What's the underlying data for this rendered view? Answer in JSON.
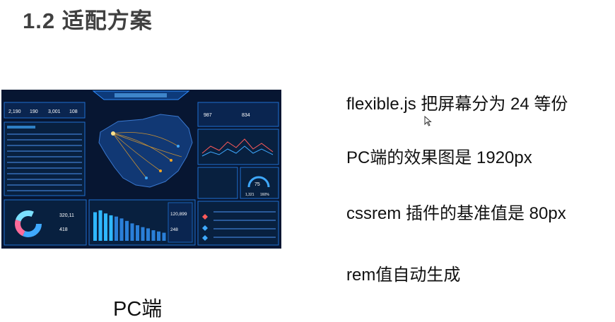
{
  "slide": {
    "title": "1.2 适配方案",
    "caption": "PC端"
  },
  "bullets": [
    "flexible.js 把屏幕分为 24 等份",
    "PC端的效果图是 1920px",
    "cssrem 插件的基准值是  80px",
    "rem值自动生成"
  ],
  "dashboard": {
    "kpis": [
      "2,190",
      "190",
      "3,001",
      "108"
    ],
    "stats": [
      "987",
      "834"
    ],
    "gauge_value": "75",
    "gauge_numbers": [
      "1,321",
      "160%"
    ],
    "donut_value": "320,11",
    "donut_sub": "418",
    "bar_value_main": "120,899",
    "bar_value_sub": "248",
    "bar_chart": {
      "values": [
        92,
        98,
        88,
        82,
        78,
        72,
        64,
        56,
        50,
        44,
        40,
        34,
        30,
        26
      ]
    },
    "colors": {
      "background": "#071632",
      "panel_border": "#1f6fd0",
      "accent": "#3fa9ff",
      "highlight": "#f5a623"
    }
  }
}
